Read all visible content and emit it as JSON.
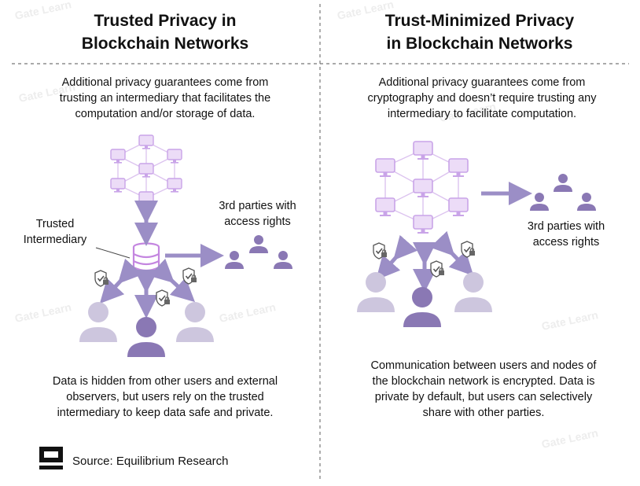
{
  "left": {
    "title_line1": "Trusted Privacy in",
    "title_line2": "Blockchain Networks",
    "top_text": [
      "Additional privacy guarantees come from",
      "trusting an intermediary that facilitates the",
      "computation and/or storage of data."
    ],
    "intermediary_label": [
      "Trusted",
      "Intermediary"
    ],
    "third_parties_label": [
      "3rd parties with",
      "access rights"
    ],
    "bottom_text": [
      "Data is hidden from other users and external",
      "observers, but users rely on the trusted",
      "intermediary to keep data safe and private."
    ]
  },
  "right": {
    "title_line1": "Trust-Minimized Privacy",
    "title_line2": "in Blockchain Networks",
    "top_text": [
      "Additional privacy guarantees come from",
      "cryptography and doesn’t require trusting any",
      "intermediary to facilitate computation."
    ],
    "third_parties_label": [
      "3rd parties with",
      "access rights"
    ],
    "bottom_text": [
      "Communication between users and nodes of",
      "the blockchain network is encrypted. Data is",
      "private by default, but users can selectively",
      "share with other parties."
    ]
  },
  "source": "Source: Equilibrium Research",
  "watermark": "Gate Learn",
  "colors": {
    "node_light": "#e3ccf2",
    "node_line": "#c9a4e8",
    "arrow": "#9b8ec6",
    "person_light": "#cdc6de",
    "person_dark": "#8a78b4",
    "database": "#c486e0",
    "shield": "#555555"
  }
}
